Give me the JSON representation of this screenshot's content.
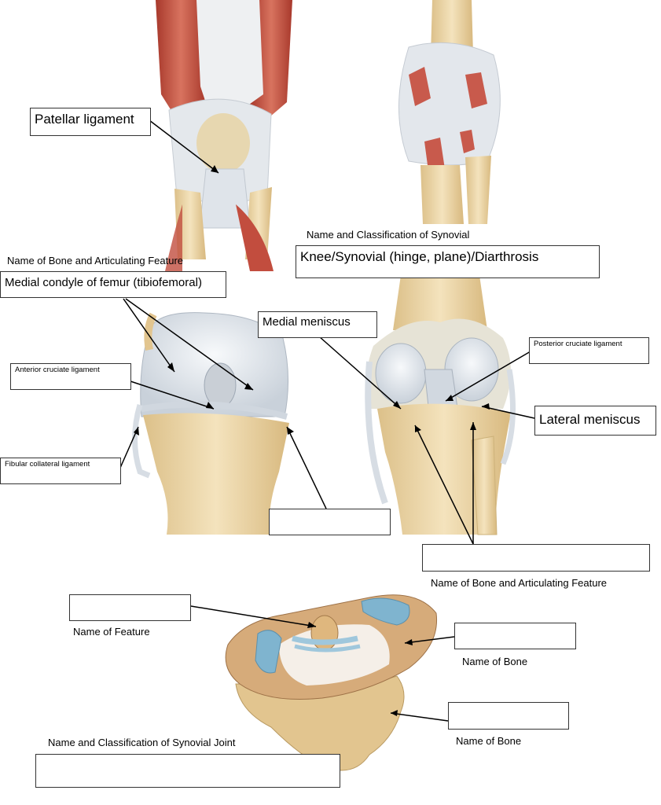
{
  "labels": {
    "patellar_ligament": "Patellar ligament",
    "medial_condyle": "Medial condyle of femur (tibiofemoral)",
    "anterior_cruciate": "Anterior cruciate ligament",
    "fibular_collateral": "Fibular collateral ligament",
    "medial_meniscus": "Medial meniscus",
    "posterior_cruciate": "Posterior cruciate ligament",
    "lateral_meniscus": "Lateral meniscus",
    "knee_joint_class": "Knee/Synovial (hinge, plane)/Diarthrosis",
    "blank_tibia_front": "",
    "blank_tibia_back": "",
    "blank_feature": "",
    "blank_bone_1": "",
    "blank_bone_2": "",
    "blank_joint_class": ""
  },
  "captions": {
    "name_class_synovial": "Name and Classification of Synovial",
    "name_bone_feature_top": "Name of Bone and Articulating Feature",
    "name_bone_feature_bottom": "Name of Bone and Articulating Feature",
    "name_feature": "Name of Feature",
    "name_bone_1": "Name of Bone",
    "name_bone_2": "Name of Bone",
    "name_class_synovial_joint": "Name and Classification of Synovial Joint"
  },
  "colors": {
    "muscle": "#c65a4a",
    "bone": "#ecd6a8",
    "cartilage": "#e6ebf0",
    "ligament": "#d6dde6",
    "atlas_cartilage": "#7fb4cf"
  }
}
